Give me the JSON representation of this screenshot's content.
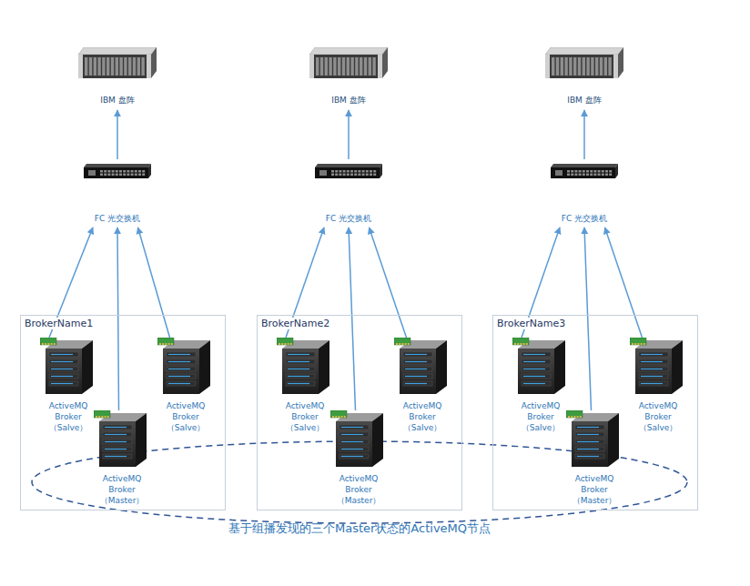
{
  "diagram": {
    "nodes": [
      {
        "text": [
          "IBM 盘阵"
        ]
      },
      {
        "text": [
          "IBM 盘阵"
        ]
      },
      {
        "text": [
          "IBM 盘阵"
        ]
      },
      {
        "text": [
          "FC 光交换机"
        ]
      },
      {
        "text": [
          "FC 光交换机"
        ]
      },
      {
        "text": [
          "FC 光交换机"
        ]
      },
      {
        "text": [
          "BrokerName1"
        ]
      },
      {
        "text": [
          "ActiveMQ Broker （Salve）"
        ],
        "in": 6
      },
      {
        "text": [
          "ActiveMQ Broker （Salve）"
        ],
        "in": 6
      },
      {
        "text": [
          "ActiveMQ Broker （Master）"
        ],
        "in": 6
      },
      {
        "text": [
          "BrokerName2"
        ]
      },
      {
        "text": [
          "ActiveMQ Broker （Salve）"
        ],
        "in": 10
      },
      {
        "text": [
          "ActiveMQ Broker （Salve）"
        ],
        "in": 10
      },
      {
        "text": [
          "ActiveMQ Broker （Master）"
        ],
        "in": 10
      },
      {
        "text": [
          "BrokerName3"
        ]
      },
      {
        "text": [
          "ActiveMQ Broker （Salve）"
        ],
        "in": 14
      },
      {
        "text": [
          "ActiveMQ Broker （Salve）"
        ],
        "in": 14
      },
      {
        "text": [
          "ActiveMQ Broker （Master）"
        ],
        "in": 14
      }
    ],
    "edges": [
      {
        "from": 3,
        "to": 0,
        "arrow": "to"
      },
      {
        "from": 4,
        "to": 1,
        "arrow": "to"
      },
      {
        "from": 5,
        "to": 2,
        "arrow": "to"
      },
      {
        "from": 7,
        "to": 3,
        "arrow": "to"
      },
      {
        "from": 9,
        "to": 3,
        "arrow": "to"
      },
      {
        "from": 8,
        "to": 3,
        "arrow": "to"
      },
      {
        "from": 11,
        "to": 4,
        "arrow": "to"
      },
      {
        "from": 13,
        "to": 4,
        "arrow": "to"
      },
      {
        "from": 12,
        "to": 4,
        "arrow": "to"
      },
      {
        "from": 15,
        "to": 5,
        "arrow": "to"
      },
      {
        "from": 17,
        "to": 5,
        "arrow": "to"
      },
      {
        "from": 16,
        "to": 5,
        "arrow": "to"
      }
    ],
    "labels": [
      "基于组播发现的三个Master状态的ActiveMQ节点"
    ]
  }
}
